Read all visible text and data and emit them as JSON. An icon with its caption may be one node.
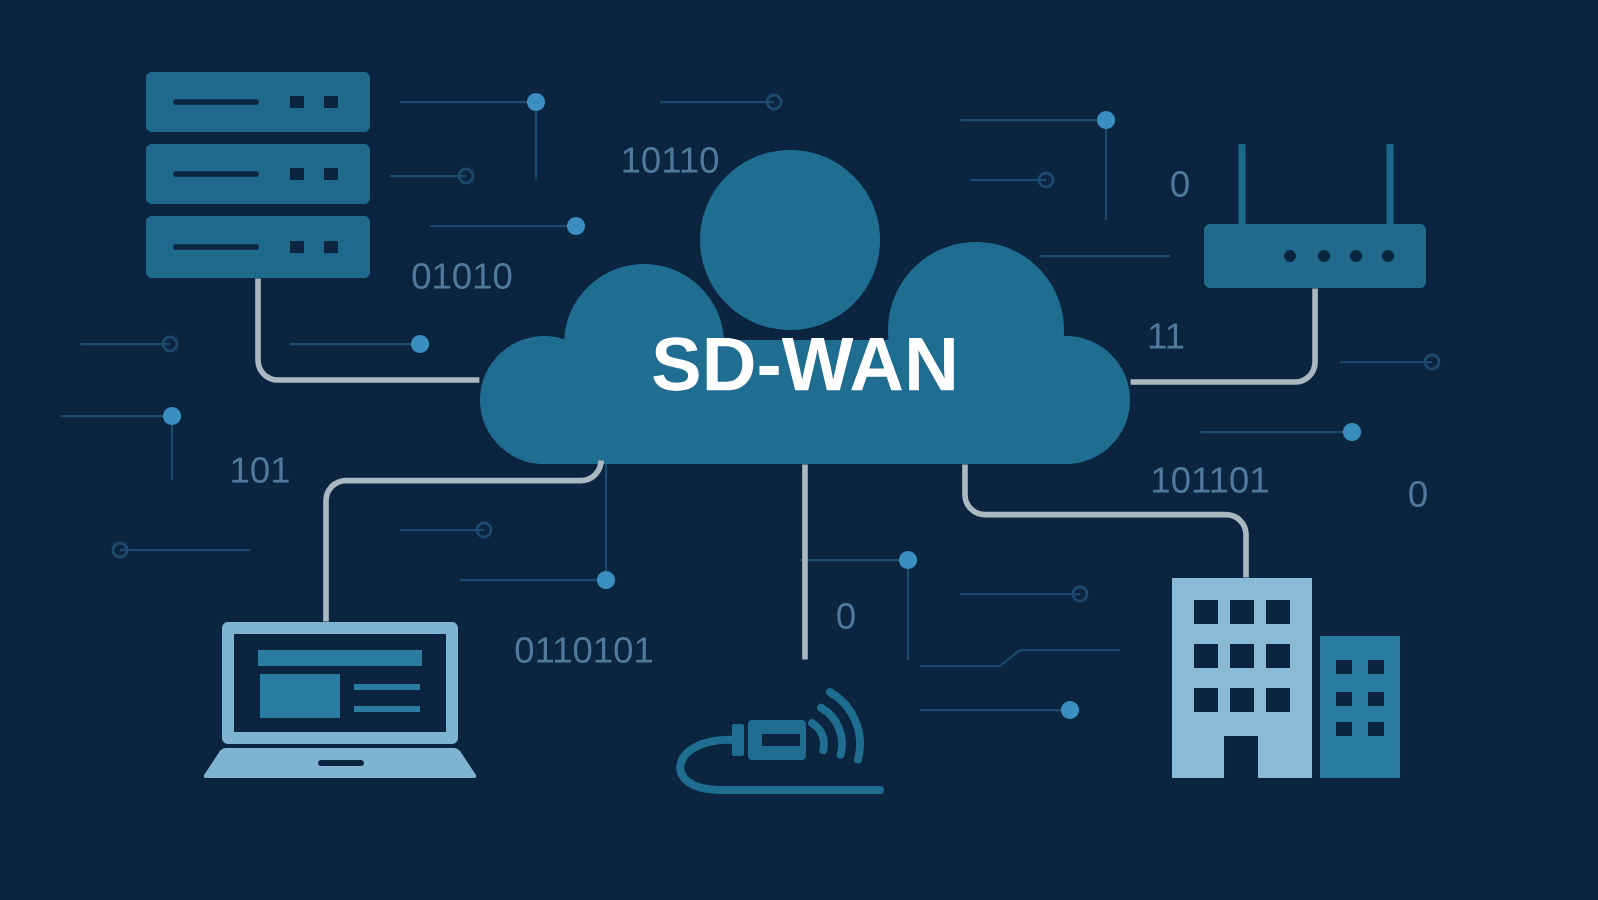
{
  "diagram": {
    "nodes": [
      {
        "text": [
          "SD-WAN"
        ]
      },
      {
        "text": [],
        "shape": "picture"
      },
      {
        "text": [],
        "shape": "picture"
      },
      {
        "text": [],
        "shape": "picture"
      },
      {
        "text": [],
        "shape": "picture"
      },
      {
        "text": [],
        "shape": "picture"
      }
    ],
    "edges": [
      {
        "from": 0,
        "to": 1,
        "arrow": "none"
      },
      {
        "from": 0,
        "to": 2,
        "arrow": "none"
      },
      {
        "from": 0,
        "to": 3,
        "arrow": "none"
      },
      {
        "from": 0,
        "to": 4,
        "arrow": "none"
      },
      {
        "from": 0,
        "to": 5,
        "arrow": "none"
      }
    ],
    "labels": [
      "10110",
      "0",
      "01010",
      "11",
      "101",
      "101101",
      "0",
      "0",
      "0110101"
    ]
  }
}
